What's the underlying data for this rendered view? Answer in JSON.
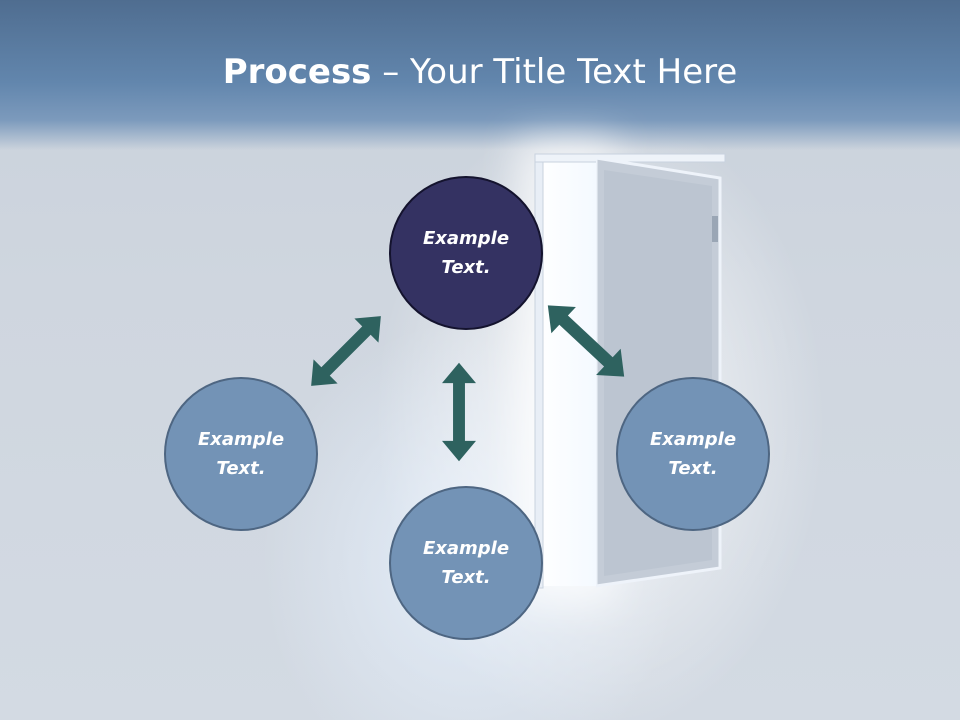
{
  "title": {
    "bold": "Process",
    "rest": " – Your Title Text Here"
  },
  "nodes": {
    "top": {
      "line1": "Example",
      "line2": "Text."
    },
    "left": {
      "line1": "Example",
      "line2": "Text."
    },
    "right": {
      "line1": "Example",
      "line2": "Text."
    },
    "bottom": {
      "line1": "Example",
      "line2": "Text."
    }
  },
  "colors": {
    "center_fill": "#343262",
    "outer_fill": "#7393b6",
    "arrow": "#2e625f",
    "header": "#5f83aa"
  },
  "icons": {
    "connector": "double-headed-arrow-icon"
  }
}
